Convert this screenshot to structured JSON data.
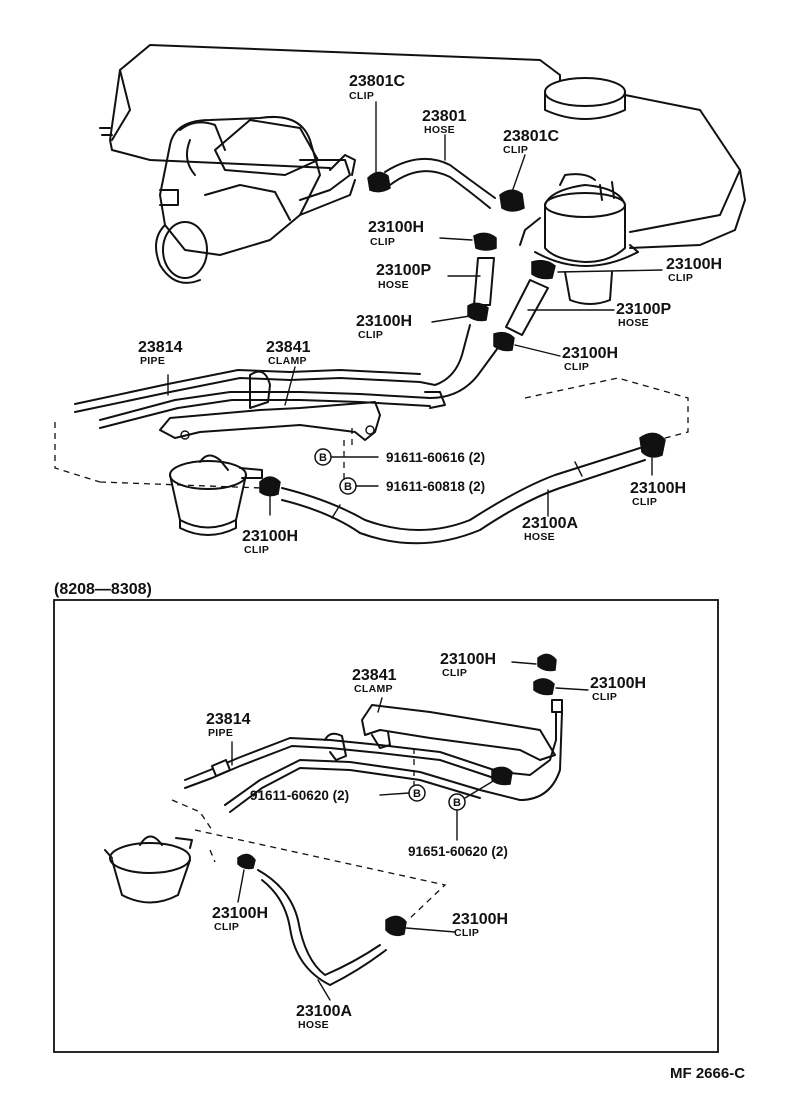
{
  "top": {
    "labels": {
      "clip_23801c_a": {
        "part": "23801C",
        "sub": "CLIP"
      },
      "hose_23801": {
        "part": "23801",
        "sub": "HOSE"
      },
      "clip_23801c_b": {
        "part": "23801C",
        "sub": "CLIP"
      },
      "clip_23100h_a": {
        "part": "23100H",
        "sub": "CLIP"
      },
      "hose_23100p_a": {
        "part": "23100P",
        "sub": "HOSE"
      },
      "clip_23100h_b": {
        "part": "23100H",
        "sub": "CLIP"
      },
      "clip_23100h_c": {
        "part": "23100H",
        "sub": "CLIP"
      },
      "hose_23100p_b": {
        "part": "23100P",
        "sub": "HOSE"
      },
      "clip_23100h_d": {
        "part": "23100H",
        "sub": "CLIP"
      },
      "pipe_23814": {
        "part": "23814",
        "sub": "PIPE"
      },
      "clamp_23841": {
        "part": "23841",
        "sub": "CLAMP"
      },
      "clip_23100h_e": {
        "part": "23100H",
        "sub": "CLIP"
      },
      "clip_23100h_f": {
        "part": "23100H",
        "sub": "CLIP"
      },
      "hose_23100a": {
        "part": "23100A",
        "sub": "HOSE"
      }
    },
    "bolts": [
      {
        "letter": "B",
        "number": "91611-60616 (2)"
      },
      {
        "letter": "B",
        "number": "91611-60818 (2)"
      }
    ]
  },
  "inset": {
    "date_range": "(8208—8308)",
    "labels": {
      "clip_23100h_g": {
        "part": "23100H",
        "sub": "CLIP"
      },
      "clip_23100h_h": {
        "part": "23100H",
        "sub": "CLIP"
      },
      "clamp_23841": {
        "part": "23841",
        "sub": "CLAMP"
      },
      "pipe_23814": {
        "part": "23814",
        "sub": "PIPE"
      },
      "clip_23100h_i": {
        "part": "23100H",
        "sub": "CLIP"
      },
      "clip_23100h_j": {
        "part": "23100H",
        "sub": "CLIP"
      },
      "hose_23100a": {
        "part": "23100A",
        "sub": "HOSE"
      }
    },
    "bolts": [
      {
        "letter": "B",
        "number": "91611-60620 (2)"
      },
      {
        "letter": "B",
        "number": "91651-60620 (2)"
      }
    ]
  },
  "figure_ref": "MF  2666-C"
}
